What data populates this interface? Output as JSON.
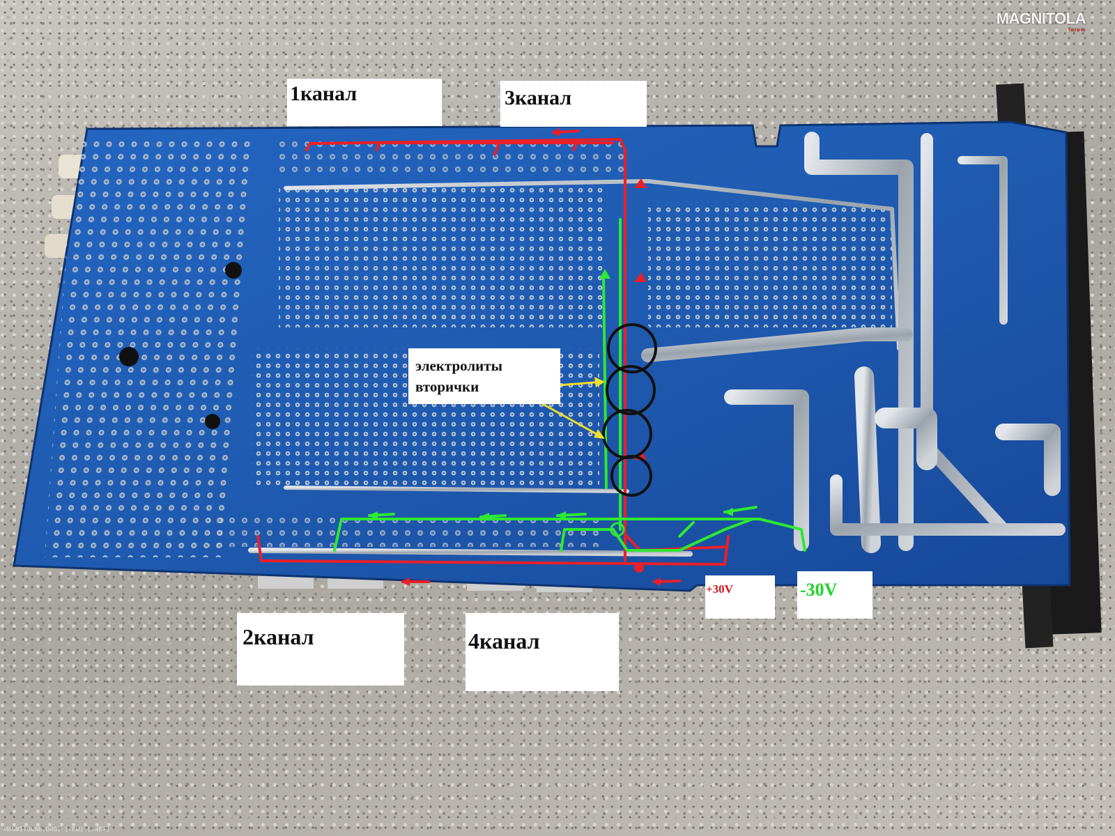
{
  "labels": {
    "ch1": "1канал",
    "ch3": "3канал",
    "ch2": "2канал",
    "ch4": "4канал",
    "electrolytes_line1": "электролиты",
    "electrolytes_line2": "вторички",
    "plus30": "+30V",
    "minus30": "-30V"
  },
  "logo": {
    "text": "MAGNITOLA",
    "sub": "forum"
  },
  "watermark": "MAGNITOLAB.ORG] [.RU] [.NET]",
  "colors": {
    "pcb_blue": "#1f5bb0",
    "positive_rail": "#e8202a",
    "negative_rail": "#2ee833",
    "pointer": "#f0e028",
    "label_box": "#ffffff",
    "plus30_text": "#d8141e",
    "minus30_text": "#22d42a"
  }
}
